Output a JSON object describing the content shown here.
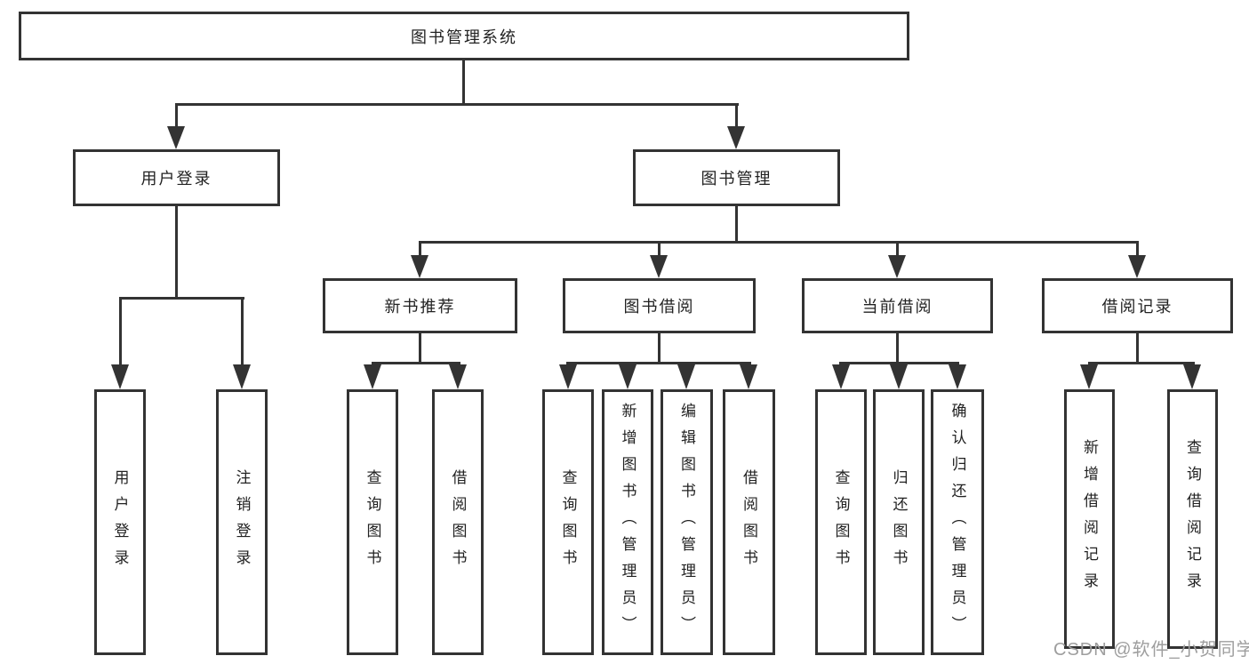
{
  "diagram": {
    "tree": {
      "label": "图书管理系统",
      "children": [
        {
          "label": "用户登录",
          "children": [
            {
              "label": "用户登录"
            },
            {
              "label": "注销登录"
            }
          ]
        },
        {
          "label": "图书管理",
          "children": [
            {
              "label": "新书推荐",
              "children": [
                {
                  "label": "查询图书"
                },
                {
                  "label": "借阅图书"
                }
              ]
            },
            {
              "label": "图书借阅",
              "children": [
                {
                  "label": "查询图书"
                },
                {
                  "label": "新增图书（管理员）"
                },
                {
                  "label": "编辑图书（管理员）"
                },
                {
                  "label": "借阅图书"
                }
              ]
            },
            {
              "label": "当前借阅",
              "children": [
                {
                  "label": "查询图书"
                },
                {
                  "label": "归还图书"
                },
                {
                  "label": "确认归还（管理员）"
                }
              ]
            },
            {
              "label": "借阅记录",
              "children": [
                {
                  "label": "新增借阅记录"
                },
                {
                  "label": "查询借阅记录"
                }
              ]
            }
          ]
        }
      ]
    },
    "colors": {
      "line": "#333333",
      "box_border": "#333333",
      "text": "#222222",
      "background": "#ffffff",
      "watermark": "#9e9e9e"
    }
  },
  "watermark": {
    "text": "CSDN @软件_小贺同学"
  }
}
